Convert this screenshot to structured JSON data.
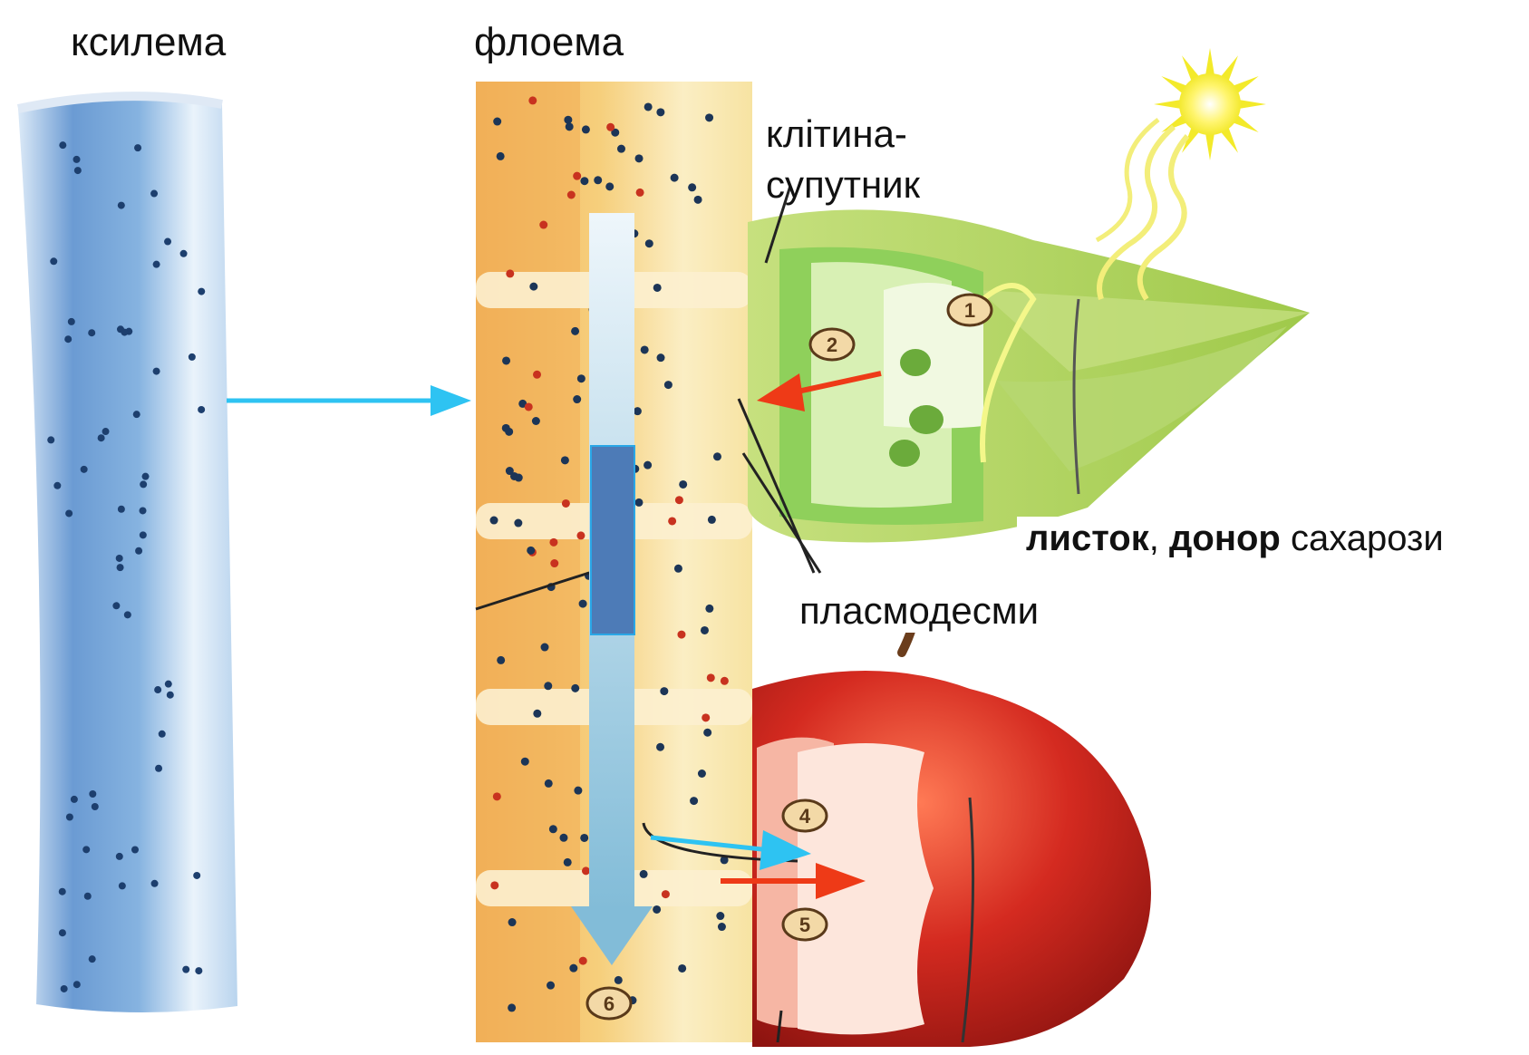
{
  "labels": {
    "xylem": "ксилема",
    "phloem": "флоема",
    "companion_cell_line1": "клітина-",
    "companion_cell_line2": "супутник",
    "plasmodesmata": "пласмодесми",
    "leaf": {
      "word1": "листок",
      "sep": ", ",
      "word2": "донор",
      "word3": " сахарози"
    }
  },
  "markers": [
    "1",
    "2",
    "4",
    "5",
    "6"
  ],
  "colors": {
    "xylem": "#5f93cf",
    "phloem": "#f0b85a",
    "leaf": "#a6d25a",
    "apple": "#c9241c",
    "arrow_blue": "#2ec3f2",
    "arrow_red": "#ee3a17",
    "flow_box": "#4d7bb7"
  }
}
